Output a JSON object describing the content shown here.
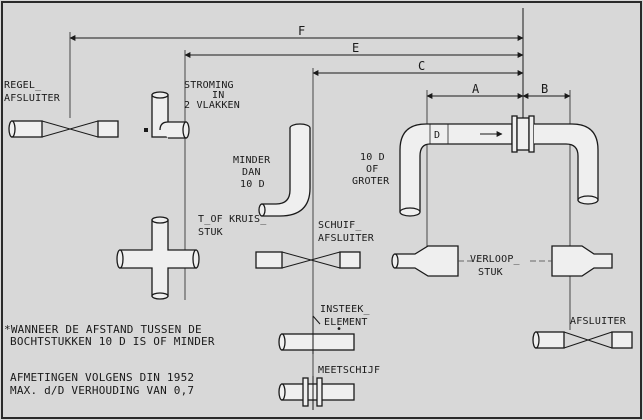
{
  "dimensions": {
    "A": "A",
    "B": "B",
    "C": "C",
    "D": "D",
    "E": "E",
    "F": "F"
  },
  "labels": {
    "regel_line1": "REGEL_",
    "regel_line2": "AFSLUITER",
    "stroming_line1": "STROMING",
    "stroming_line2": "IN",
    "stroming_line3": "2 VLAKKEN",
    "minder_line1": "MINDER",
    "minder_line2": "DAN",
    "minder_line3": "10 D",
    "tend_line1": "10 D",
    "tend_line2": "OF",
    "tend_line3": "GROTER",
    "tkruis_line1": "T_OF KRUIS_",
    "tkruis_line2": "STUK",
    "schuif_line1": "SCHUIF_",
    "schuif_line2": "AFSLUITER",
    "verloop_line1": "VERLOOP_",
    "verloop_line2": "STUK",
    "insteek_line1": "INSTEEK_",
    "insteek_line2": "ELEMENT",
    "afsluiter": "AFSLUITER",
    "meetschijf": "MEETSCHIJF",
    "note_line1": "*WANNEER DE AFSTAND TUSSEN DE",
    "note_line2": "BOCHTSTUKKEN  10 D  IS OF MINDER",
    "bottom_line1": "AFMETINGEN  VOLGENS DIN 1952",
    "bottom_line2": "MAX. d/D  VERHOUDING VAN 0,7"
  }
}
